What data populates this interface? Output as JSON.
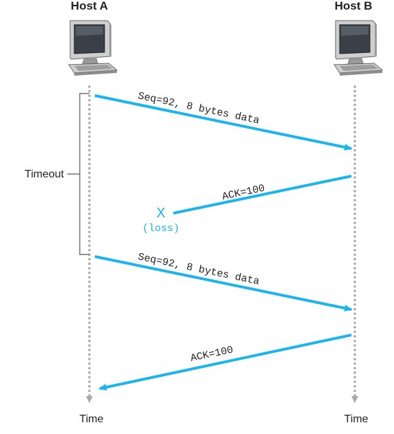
{
  "hosts": {
    "a": {
      "label": "Host A"
    },
    "b": {
      "label": "Host B"
    }
  },
  "timeline": {
    "time_label_a": "Time",
    "time_label_b": "Time",
    "timeout_label": "Timeout"
  },
  "messages": [
    {
      "label": "Seq=92, 8 bytes data",
      "direction": "A-to-B",
      "lost": false
    },
    {
      "label": "ACK=100",
      "direction": "B-to-A",
      "lost": true
    },
    {
      "label": "Seq=92, 8 bytes data",
      "direction": "A-to-B",
      "lost": false
    },
    {
      "label": "ACK=100",
      "direction": "B-to-A",
      "lost": false
    }
  ],
  "loss": {
    "mark": "X",
    "label": "(loss)"
  },
  "colors": {
    "arrow": "#1cb4ee",
    "timeline_dots": "#a9a9a9",
    "text": "#222222"
  }
}
